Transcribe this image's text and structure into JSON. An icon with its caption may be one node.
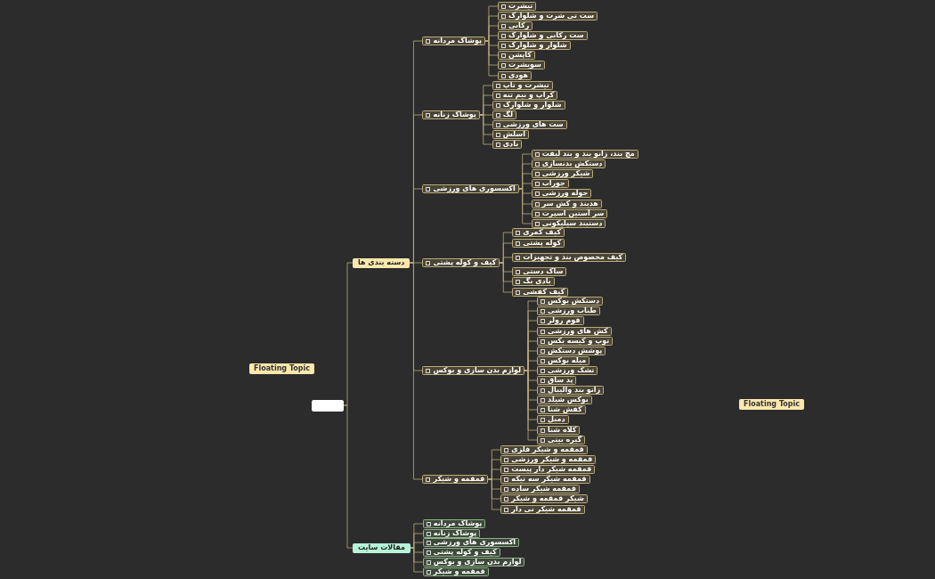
{
  "diagram": {
    "nodes": [
      {
        "text": [],
        "shape": "box"
      },
      {
        "text": [
          "دسته بندی ها"
        ]
      },
      {
        "text": [
          "پوشاک مردانه"
        ]
      },
      {
        "text": [
          "تیشرت"
        ]
      },
      {
        "text": [
          "ست تی شرت و شلوارک"
        ]
      },
      {
        "text": [
          "رکابی"
        ]
      },
      {
        "text": [
          "ست رکابی و شلوارک"
        ]
      },
      {
        "text": [
          "شلوار و شلوارک"
        ]
      },
      {
        "text": [
          "کاپشن"
        ]
      },
      {
        "text": [
          "سویشرت"
        ]
      },
      {
        "text": [
          "هودی"
        ]
      },
      {
        "text": [
          "پوشاک زنانه"
        ]
      },
      {
        "text": [
          "تیشرت و تاپ"
        ]
      },
      {
        "text": [
          "کراپ و نیم تنه"
        ]
      },
      {
        "text": [
          "شلوار و شلوارک"
        ]
      },
      {
        "text": [
          "لگ"
        ]
      },
      {
        "text": [
          "ست های ورزشی"
        ]
      },
      {
        "text": [
          "اسلش"
        ]
      },
      {
        "text": [
          "بادی"
        ]
      },
      {
        "text": [
          "اکسسوری های ورزشی"
        ]
      },
      {
        "text": [
          "مچ بند، زانو بند و بند لیفت"
        ]
      },
      {
        "text": [
          "دستکش بدنسازی"
        ]
      },
      {
        "text": [
          "شیکر ورزشی"
        ]
      },
      {
        "text": [
          "جوراب"
        ]
      },
      {
        "text": [
          "حوله ورزشی"
        ]
      },
      {
        "text": [
          "هدبند و کش سر"
        ]
      },
      {
        "text": [
          "سر آستین اسپرت"
        ]
      },
      {
        "text": [
          "دستبند سیلیکونی"
        ]
      },
      {
        "text": [
          "کیف و کوله پشتی"
        ]
      },
      {
        "text": [
          "کیف کمری"
        ]
      },
      {
        "text": [
          "کوله پشتی"
        ]
      },
      {
        "text": [
          "کیف مخصوص بند و تجهیزات"
        ]
      },
      {
        "text": [
          "ساک دستی"
        ]
      },
      {
        "text": [
          "بادی بگ"
        ]
      },
      {
        "text": [
          "کیف کفشی"
        ]
      },
      {
        "text": [
          "لوازم بدن سازی و بوکس"
        ]
      },
      {
        "text": [
          "دستکش بوکس"
        ]
      },
      {
        "text": [
          "طناب ورزشی"
        ]
      },
      {
        "text": [
          "فوم رولر"
        ]
      },
      {
        "text": [
          "کش های ورزشی"
        ]
      },
      {
        "text": [
          "توپ و کیسه بکس"
        ]
      },
      {
        "text": [
          "پوشش دستکش"
        ]
      },
      {
        "text": [
          "میله بوکس"
        ]
      },
      {
        "text": [
          "تشک ورزشی"
        ]
      },
      {
        "text": [
          "پد ساق"
        ]
      },
      {
        "text": [
          "زانو بند والیبال"
        ]
      },
      {
        "text": [
          "بوکس شیلد"
        ]
      },
      {
        "text": [
          "کفش شنا"
        ]
      },
      {
        "text": [
          "دمبل"
        ]
      },
      {
        "text": [
          "کلاه شنا"
        ]
      },
      {
        "text": [
          "گیره بینی"
        ]
      },
      {
        "text": [
          "قمقمه و شیکر"
        ]
      },
      {
        "text": [
          "قمقمه و شیکر فلزی"
        ]
      },
      {
        "text": [
          "قمقمه و شیکر ورزشی"
        ]
      },
      {
        "text": [
          "قمقمه شیکر دار پیست"
        ]
      },
      {
        "text": [
          "قمقمه شیکر سه تیکه"
        ]
      },
      {
        "text": [
          "قمقمه شیکر ساده"
        ]
      },
      {
        "text": [
          "شیکر قمقمه و شیکر"
        ]
      },
      {
        "text": [
          "قمقمه شیکر نی دار"
        ]
      },
      {
        "text": [
          "مقالات سایت"
        ]
      },
      {
        "text": [
          "پوشاک مردانه"
        ]
      },
      {
        "text": [
          "پوشاک زنانه"
        ]
      },
      {
        "text": [
          "اکسسوری های ورزشی"
        ]
      },
      {
        "text": [
          "کیف و کوله پشتی"
        ]
      },
      {
        "text": [
          "لوازم بدن سازی و بوکس"
        ]
      },
      {
        "text": [
          "قمقمه و شیکر"
        ]
      },
      {
        "text": [
          "Floating Topic"
        ]
      },
      {
        "text": [
          "Floating Topic"
        ]
      }
    ],
    "edges": [
      {
        "from": 0,
        "to": 1,
        "arrow": "none"
      },
      {
        "from": 0,
        "to": 59,
        "arrow": "none"
      },
      {
        "from": 1,
        "to": 2,
        "arrow": "none"
      },
      {
        "from": 1,
        "to": 11,
        "arrow": "none"
      },
      {
        "from": 1,
        "to": 19,
        "arrow": "none"
      },
      {
        "from": 1,
        "to": 28,
        "arrow": "none"
      },
      {
        "from": 1,
        "to": 35,
        "arrow": "none"
      },
      {
        "from": 1,
        "to": 51,
        "arrow": "none"
      },
      {
        "from": 2,
        "to": 3,
        "arrow": "none"
      },
      {
        "from": 2,
        "to": 4,
        "arrow": "none"
      },
      {
        "from": 2,
        "to": 5,
        "arrow": "none"
      },
      {
        "from": 2,
        "to": 6,
        "arrow": "none"
      },
      {
        "from": 2,
        "to": 7,
        "arrow": "none"
      },
      {
        "from": 2,
        "to": 8,
        "arrow": "none"
      },
      {
        "from": 2,
        "to": 9,
        "arrow": "none"
      },
      {
        "from": 2,
        "to": 10,
        "arrow": "none"
      },
      {
        "from": 11,
        "to": 12,
        "arrow": "none"
      },
      {
        "from": 11,
        "to": 13,
        "arrow": "none"
      },
      {
        "from": 11,
        "to": 14,
        "arrow": "none"
      },
      {
        "from": 11,
        "to": 15,
        "arrow": "none"
      },
      {
        "from": 11,
        "to": 16,
        "arrow": "none"
      },
      {
        "from": 11,
        "to": 17,
        "arrow": "none"
      },
      {
        "from": 11,
        "to": 18,
        "arrow": "none"
      },
      {
        "from": 19,
        "to": 20,
        "arrow": "none"
      },
      {
        "from": 19,
        "to": 21,
        "arrow": "none"
      },
      {
        "from": 19,
        "to": 22,
        "arrow": "none"
      },
      {
        "from": 19,
        "to": 23,
        "arrow": "none"
      },
      {
        "from": 19,
        "to": 24,
        "arrow": "none"
      },
      {
        "from": 19,
        "to": 25,
        "arrow": "none"
      },
      {
        "from": 19,
        "to": 26,
        "arrow": "none"
      },
      {
        "from": 19,
        "to": 27,
        "arrow": "none"
      },
      {
        "from": 28,
        "to": 29,
        "arrow": "none"
      },
      {
        "from": 28,
        "to": 30,
        "arrow": "none"
      },
      {
        "from": 28,
        "to": 31,
        "arrow": "none"
      },
      {
        "from": 28,
        "to": 32,
        "arrow": "none"
      },
      {
        "from": 28,
        "to": 33,
        "arrow": "none"
      },
      {
        "from": 28,
        "to": 34,
        "arrow": "none"
      },
      {
        "from": 35,
        "to": 36,
        "arrow": "none"
      },
      {
        "from": 35,
        "to": 37,
        "arrow": "none"
      },
      {
        "from": 35,
        "to": 38,
        "arrow": "none"
      },
      {
        "from": 35,
        "to": 39,
        "arrow": "none"
      },
      {
        "from": 35,
        "to": 40,
        "arrow": "none"
      },
      {
        "from": 35,
        "to": 41,
        "arrow": "none"
      },
      {
        "from": 35,
        "to": 42,
        "arrow": "none"
      },
      {
        "from": 35,
        "to": 43,
        "arrow": "none"
      },
      {
        "from": 35,
        "to": 44,
        "arrow": "none"
      },
      {
        "from": 35,
        "to": 45,
        "arrow": "none"
      },
      {
        "from": 35,
        "to": 46,
        "arrow": "none"
      },
      {
        "from": 35,
        "to": 47,
        "arrow": "none"
      },
      {
        "from": 35,
        "to": 48,
        "arrow": "none"
      },
      {
        "from": 35,
        "to": 49,
        "arrow": "none"
      },
      {
        "from": 35,
        "to": 50,
        "arrow": "none"
      },
      {
        "from": 51,
        "to": 52,
        "arrow": "none"
      },
      {
        "from": 51,
        "to": 53,
        "arrow": "none"
      },
      {
        "from": 51,
        "to": 54,
        "arrow": "none"
      },
      {
        "from": 51,
        "to": 55,
        "arrow": "none"
      },
      {
        "from": 51,
        "to": 56,
        "arrow": "none"
      },
      {
        "from": 51,
        "to": 57,
        "arrow": "none"
      },
      {
        "from": 51,
        "to": 58,
        "arrow": "none"
      },
      {
        "from": 59,
        "to": 60,
        "arrow": "none"
      },
      {
        "from": 59,
        "to": 61,
        "arrow": "none"
      },
      {
        "from": 59,
        "to": 62,
        "arrow": "none"
      },
      {
        "from": 59,
        "to": 63,
        "arrow": "none"
      },
      {
        "from": 59,
        "to": 64,
        "arrow": "none"
      },
      {
        "from": 59,
        "to": 65,
        "arrow": "none"
      }
    ]
  }
}
